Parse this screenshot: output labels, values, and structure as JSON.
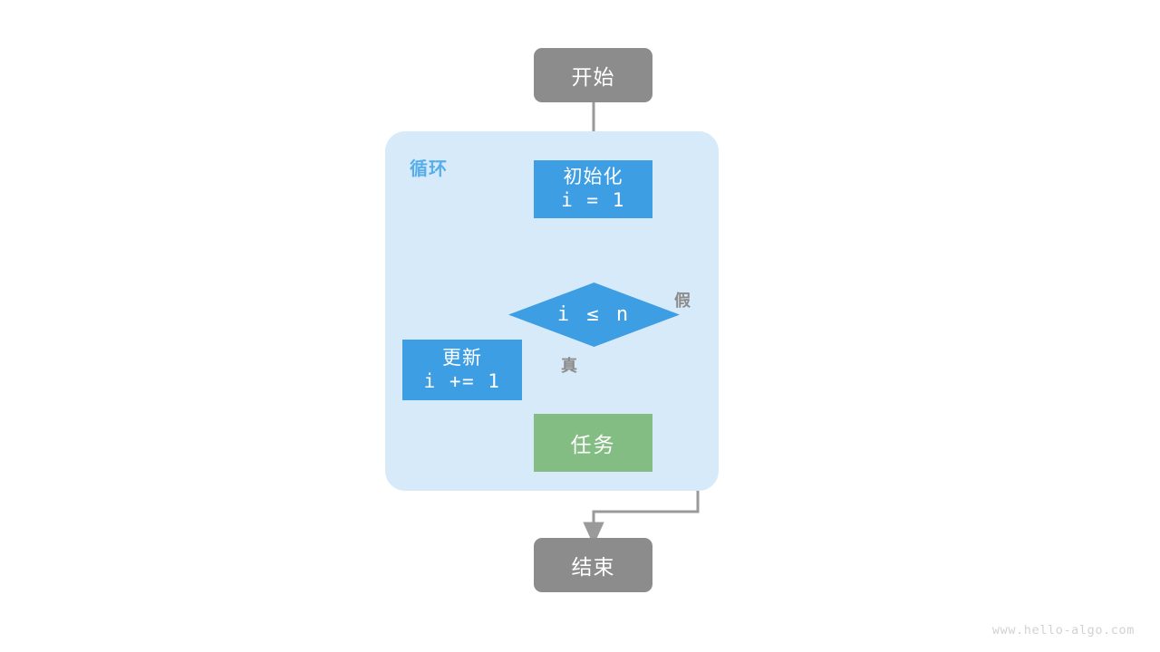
{
  "diagram": {
    "title_watermark": "www.hello-algo.com",
    "colors": {
      "terminal": "#8c8c8c",
      "process": "#3d9ee3",
      "task": "#84bd84",
      "loop_container": "#d7eaf9",
      "loop_title": "#56aeea",
      "edge": "#9a9a9a",
      "edge_label": "#8c8c8c",
      "background": "#ffffff",
      "watermark": "#d2d2d2"
    },
    "nodes": {
      "start": {
        "label": "开始",
        "shape": "terminal"
      },
      "init": {
        "line1": "初始化",
        "line2": "i = 1",
        "shape": "process"
      },
      "condition": {
        "label": "i ≤ n",
        "shape": "diamond"
      },
      "update": {
        "line1": "更新",
        "line2": "i += 1",
        "shape": "process"
      },
      "task": {
        "label": "任务",
        "shape": "process-green"
      },
      "end": {
        "label": "结束",
        "shape": "terminal"
      }
    },
    "container": {
      "label": "循环"
    },
    "edge_labels": {
      "true_branch": "真",
      "false_branch": "假"
    }
  }
}
